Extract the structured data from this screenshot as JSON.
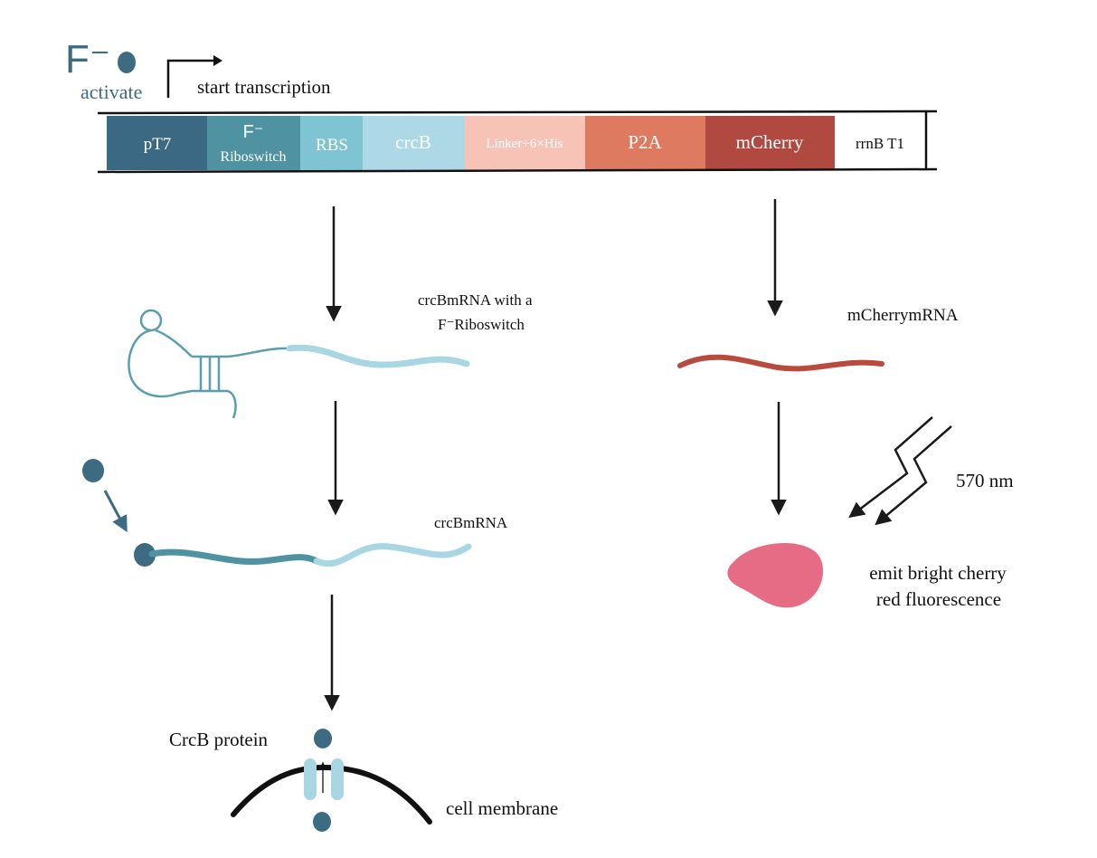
{
  "ion": {
    "symbol": "F⁻",
    "activate_label": "activate"
  },
  "promoter_arrow": {
    "label": "start transcription"
  },
  "construct": {
    "segments": [
      {
        "label": "pT7",
        "color": "#3b6882",
        "text_color": "#ffffff"
      },
      {
        "label_top": "F⁻",
        "label": "Riboswitch",
        "color": "#4f93a3",
        "text_color": "#ffffff"
      },
      {
        "label": "RBS",
        "color": "#7fc4d2",
        "text_color": "#ffffff"
      },
      {
        "label": "crcB",
        "color": "#add9e6",
        "text_color": "#ffffff"
      },
      {
        "label": "Linker+6×His",
        "color": "#f6c3b6",
        "text_color": "#ffffff"
      },
      {
        "label": "P2A",
        "color": "#de7a60",
        "text_color": "#ffffff"
      },
      {
        "label": "mCherry",
        "color": "#b04a40",
        "text_color": "#ffffff"
      },
      {
        "label": "rrnB T1",
        "color": "#ffffff",
        "text_color": "#111111"
      }
    ]
  },
  "left_path": {
    "mrna_riboswitch_label_line1": "crcBmRNA with a",
    "mrna_riboswitch_label_line2": "F⁻Riboswitch",
    "mrna_label": "crcBmRNA",
    "protein_label": "CrcB protein",
    "membrane_label": "cell membrane"
  },
  "right_path": {
    "mrna_label": "mCherrymRNA",
    "excitation_label": "570 nm",
    "emission_label_line1": "emit bright cherry",
    "emission_label_line2": "red fluorescence"
  },
  "colors": {
    "ion": "#3d6b82",
    "riboswitch_rna": "#5a9eae",
    "crcb_rna": "#a9d6e3",
    "mcherry_rna": "#b84a3e",
    "fluorescent_blob": "#e66c86",
    "arrow": "#1a1a1a"
  }
}
